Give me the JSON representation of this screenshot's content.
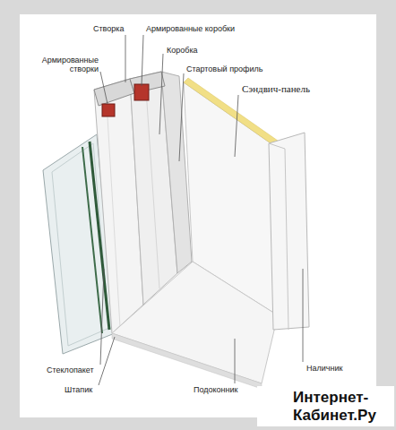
{
  "diagram": {
    "nodes": [
      {
        "text": [
          "Интернет-Кабинет.Ру"
        ]
      }
    ],
    "labels": [
      "Створка",
      "Армированные коробки",
      "Армированные створки",
      "Коробка",
      "Стартовый профиль",
      "Сэндвич-панель",
      "Стеклопакет",
      "Штапик",
      "Подоконник",
      "Наличник"
    ]
  }
}
